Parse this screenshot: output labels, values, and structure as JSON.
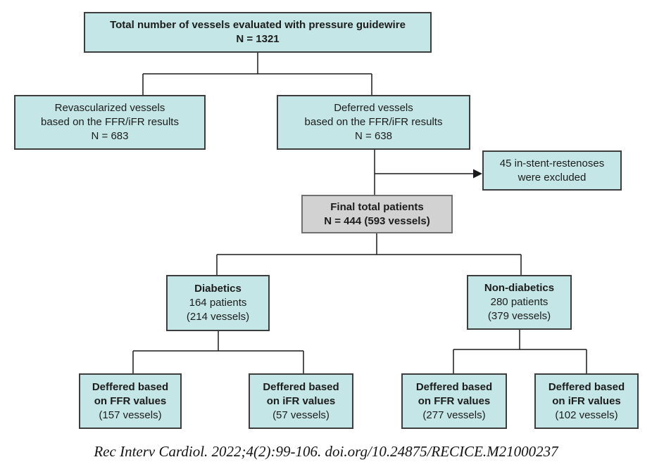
{
  "nodes": {
    "total": {
      "line1": "Total number of vessels evaluated with pressure guidewire",
      "line2": "N = 1321"
    },
    "revascularized": {
      "line1": "Revascularized vessels",
      "line2": "based on the FFR/iFR results",
      "line3": "N = 683"
    },
    "deferred": {
      "line1": "Deferred vessels",
      "line2": "based on the FFR/iFR results",
      "line3": "N = 638"
    },
    "excluded": {
      "line1": "45 in-stent-restenoses",
      "line2": "were excluded"
    },
    "final_total": {
      "line1": "Final total patients",
      "line2": "N = 444 (593 vessels)"
    },
    "diabetics": {
      "line1": "Diabetics",
      "line2": "164 patients",
      "line3": "(214 vessels)"
    },
    "non_diabetics": {
      "line1": "Non-diabetics",
      "line2": "280 patients",
      "line3": "(379 vessels)"
    },
    "diabetics_ffr": {
      "line1": "Deffered based",
      "line2": "on FFR values",
      "line3": "(157 vessels)"
    },
    "diabetics_ifr": {
      "line1": "Deffered based",
      "line2": "on iFR values",
      "line3": "(57 vessels)"
    },
    "non_diabetics_ffr": {
      "line1": "Deffered based",
      "line2": "on FFR values",
      "line3": "(277 vessels)"
    },
    "non_diabetics_ifr": {
      "line1": "Deffered based",
      "line2": "on iFR values",
      "line3": "(102 vessels)"
    }
  },
  "citation": "Rec Interv Cardiol. 2022;4(2):99-106. doi.org/10.24875/RECICE.M21000237",
  "colors": {
    "node_fill": "#c5e6e6",
    "node_border": "#3d3d3d",
    "final_fill": "#d2d2d2",
    "final_border": "#707070",
    "connector": "#1a1a1a",
    "background": "#ffffff"
  }
}
